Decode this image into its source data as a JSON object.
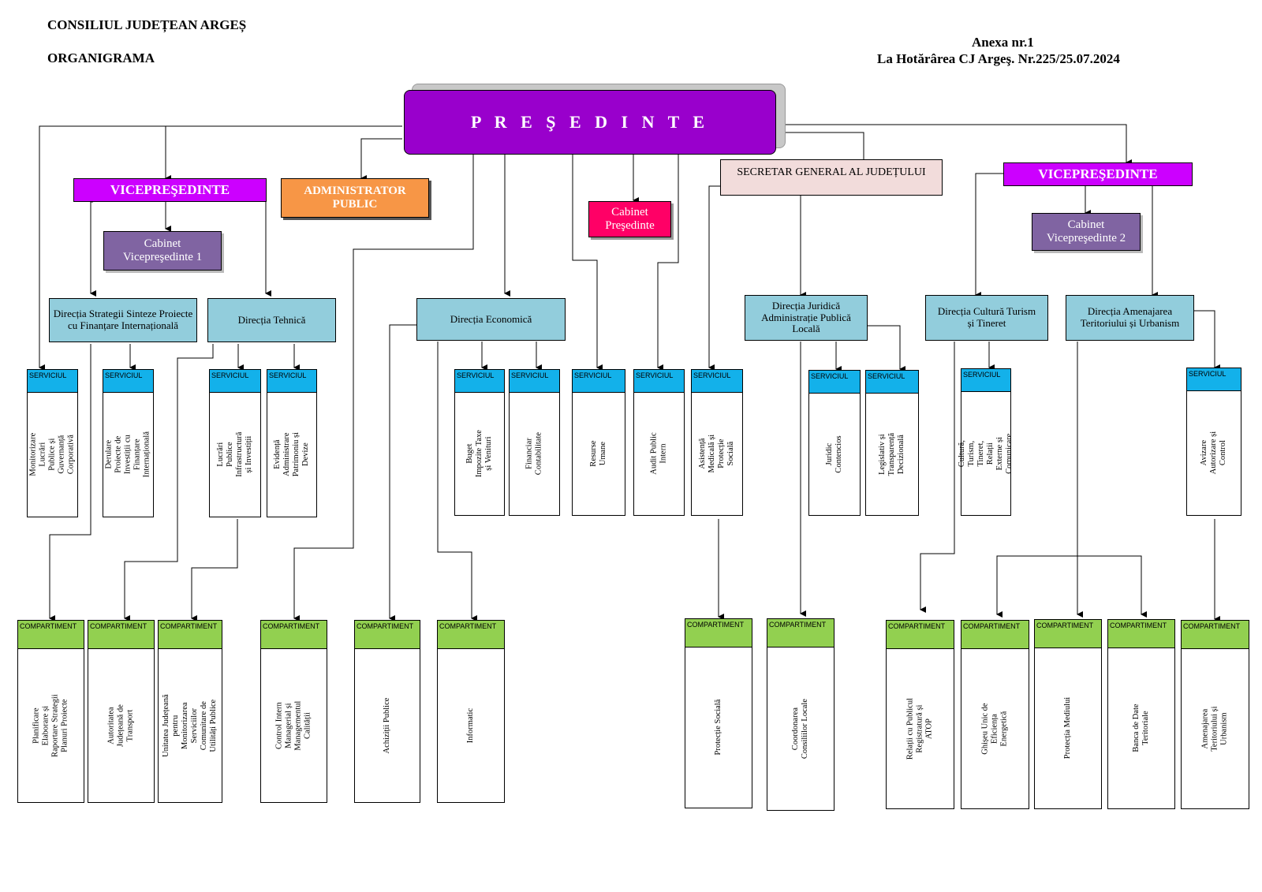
{
  "header": {
    "institution": "CONSILIUL JUDEȚEAN ARGEȘ",
    "doc_title": "ORGANIGRAMA",
    "annex": "Anexa nr.1",
    "decision": "La Hotărârea CJ Argeş. Nr.225/25.07.2024"
  },
  "colors": {
    "president": "#9900cc",
    "vicepresident": "#cc00ff",
    "administrator": "#f79646",
    "cabinet_president": "#ff0066",
    "cabinet_vice": "#8064a2",
    "secretary": "#f2dcdb",
    "direction": "#92cddc",
    "serviciu_tag": "#13b1ea",
    "compartiment_tag": "#92d050"
  },
  "top": {
    "president": "P R E Ş E D I N T E",
    "vice1": "VICEPREŞEDINTE",
    "vice2": "VICEPREŞEDINTE",
    "administrator": "ADMINISTRATOR PUBLIC",
    "cabinet_president": "Cabinet Preşedinte",
    "cabinet_vice1": "Cabinet Vicepreşedinte 1",
    "cabinet_vice2": "Cabinet Vicepreşedinte 2",
    "secretary": "SECRETAR GENERAL AL JUDEȚULUI"
  },
  "directions": {
    "strategii": "Direcția Strategii  Sinteze Proiecte cu Finanțare Internațională",
    "tehnica": "Direcția Tehnică",
    "economica": "Direcția Economică",
    "juridica": "Direcția Juridică Administrație Publică Locală",
    "cultura": "Direcția Cultură Turism și Tineret",
    "amenajarea": "Direcția Amenajarea Teritoriului și Urbanism"
  },
  "labels": {
    "serviciu": "SERVICIUL",
    "compartiment": "COMPARTIMENT"
  },
  "services": [
    "Monitorizare Lucrări Publice și Guvernanță Corporativă",
    "Derulare Proiecte de Investiții cu Finanțare  Internațională",
    "Lucrări Publice Infrastructură și Investiții",
    "Evidență Administrare Patrimoniu și Devize",
    "Buget Impozite Taxe și Venituri",
    "Financiar Contabilitate",
    "Resurse Umane",
    "Audit Public Intern",
    "Asistență Medicală și Protecție Socială",
    "Juridic Contencios",
    "Legislativ și Transparență Decizională",
    "Cultură, Turism, Tineret, Relații Externe și Comunicare",
    "Avizare Autorizare și Control"
  ],
  "compartments": [
    "Planificare Elaborare și Raportare Strategii Planuri  Proiecte",
    "Autoritatea Județeană de Transport",
    "Unitatea Județeană pentru Monitorizarea Serviciilor Comunitare de Utilități Publice",
    "Control Intern Managerial și Managementul Calității",
    "Achiziții Publice",
    "Informatic",
    "Protecție Socială",
    "Coordonarea Consiliilor Locale",
    "Relații cu Publicul Registratură și ATOP",
    "Ghișeu Unic de Eficiența Energetică",
    "Protecția  Mediului",
    "Banca de Date Teritoriale",
    "Amenajarea Teritoriului și Urbanism"
  ]
}
